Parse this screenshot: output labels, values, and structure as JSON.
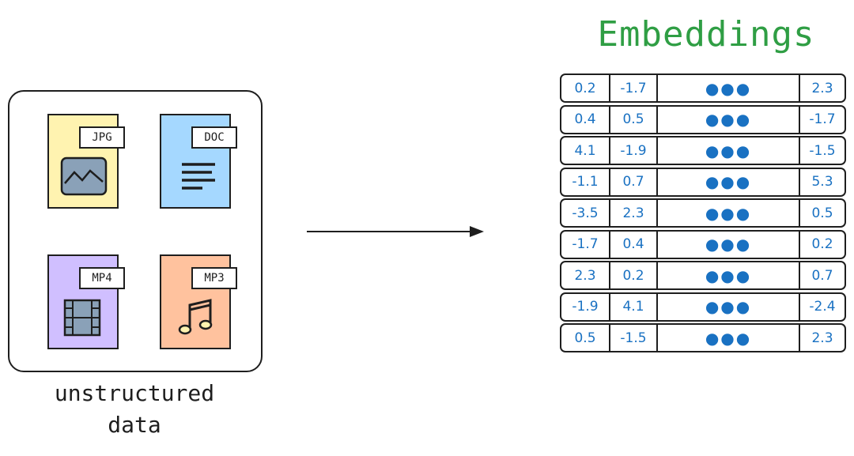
{
  "files": [
    {
      "label": "JPG",
      "icon": "image-icon",
      "color": "#fff3b0"
    },
    {
      "label": "DOC",
      "icon": "text-lines-icon",
      "color": "#a5d8ff"
    },
    {
      "label": "MP4",
      "icon": "film-icon",
      "color": "#d0bfff"
    },
    {
      "label": "MP3",
      "icon": "music-note-icon",
      "color": "#ffc29e"
    }
  ],
  "caption_line1": "unstructured",
  "caption_line2": "data",
  "embeddings_title": "Embeddings",
  "title_color": "#2f9e44",
  "value_color": "#1971c2",
  "ellipsis": "●●●",
  "rows": [
    {
      "first": "0.2",
      "second": "-1.7",
      "last": "2.3"
    },
    {
      "first": "0.4",
      "second": "0.5",
      "last": "-1.7"
    },
    {
      "first": "4.1",
      "second": "-1.9",
      "last": "-1.5"
    },
    {
      "first": "-1.1",
      "second": "0.7",
      "last": "5.3"
    },
    {
      "first": "-3.5",
      "second": "2.3",
      "last": "0.5"
    },
    {
      "first": "-1.7",
      "second": "0.4",
      "last": "0.2"
    },
    {
      "first": "2.3",
      "second": "0.2",
      "last": "0.7"
    },
    {
      "first": "-1.9",
      "second": "4.1",
      "last": "-2.4"
    },
    {
      "first": "0.5",
      "second": "-1.5",
      "last": "2.3"
    }
  ]
}
